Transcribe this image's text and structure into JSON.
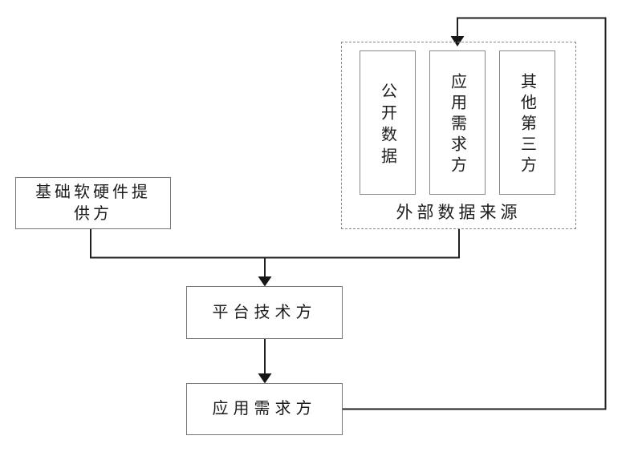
{
  "diagram": {
    "external_group": {
      "label": "外部数据来源",
      "items": [
        {
          "label": "公开数据"
        },
        {
          "label": "应用需求方"
        },
        {
          "label": "其他第三方"
        }
      ]
    },
    "nodes": {
      "infra_provider": {
        "label": "基础软硬件提供方"
      },
      "platform_tech": {
        "label": "平台技术方"
      },
      "app_demander": {
        "label": "应用需求方"
      }
    },
    "colors": {
      "connector": "#1f1f1f",
      "solid_box_border": "#767676",
      "dashed_box_border": "#8a8a8a",
      "text": "#1c1c1c",
      "background": "#ffffff"
    }
  }
}
